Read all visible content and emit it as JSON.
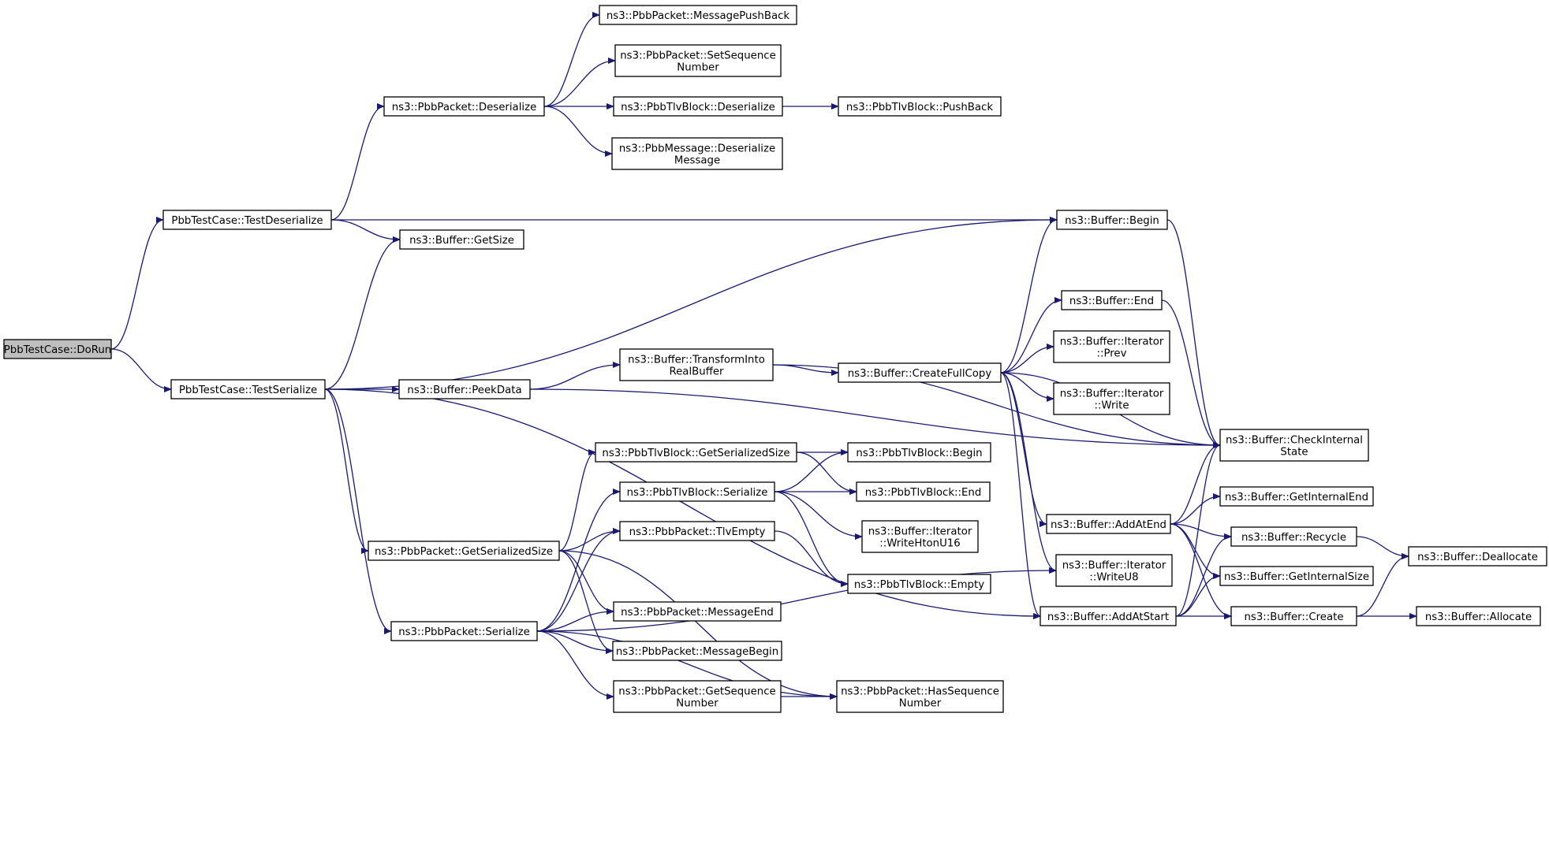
{
  "diagram": {
    "type": "call-graph",
    "edge_color": "#191970",
    "root_fill": "#bfbfbf",
    "nodes": [
      {
        "id": "dorun",
        "lines": [
          "PbbTestCase::DoRun"
        ],
        "root": true
      },
      {
        "id": "testdeser",
        "lines": [
          "PbbTestCase::TestDeserialize"
        ]
      },
      {
        "id": "testser",
        "lines": [
          "PbbTestCase::TestSerialize"
        ]
      },
      {
        "id": "pktdeser",
        "lines": [
          "ns3::PbbPacket::Deserialize"
        ]
      },
      {
        "id": "msgpush",
        "lines": [
          "ns3::PbbPacket::MessagePushBack"
        ]
      },
      {
        "id": "setseq",
        "lines": [
          "ns3::PbbPacket::SetSequence",
          "Number"
        ]
      },
      {
        "id": "tlvdeser",
        "lines": [
          "ns3::PbbTlvBlock::Deserialize"
        ]
      },
      {
        "id": "tlvpush",
        "lines": [
          "ns3::PbbTlvBlock::PushBack"
        ]
      },
      {
        "id": "msgdeser",
        "lines": [
          "ns3::PbbMessage::Deserialize",
          "Message"
        ]
      },
      {
        "id": "bufbegin",
        "lines": [
          "ns3::Buffer::Begin"
        ]
      },
      {
        "id": "bufgetsize",
        "lines": [
          "ns3::Buffer::GetSize"
        ]
      },
      {
        "id": "bufpeek",
        "lines": [
          "ns3::Buffer::PeekData"
        ]
      },
      {
        "id": "buftransform",
        "lines": [
          "ns3::Buffer::TransformInto",
          "RealBuffer"
        ]
      },
      {
        "id": "bufcopy",
        "lines": [
          "ns3::Buffer::CreateFullCopy"
        ]
      },
      {
        "id": "bufend",
        "lines": [
          "ns3::Buffer::End"
        ]
      },
      {
        "id": "itprev",
        "lines": [
          "ns3::Buffer::Iterator",
          "::Prev"
        ]
      },
      {
        "id": "itwrite",
        "lines": [
          "ns3::Buffer::Iterator",
          "::Write"
        ]
      },
      {
        "id": "bufcheck",
        "lines": [
          "ns3::Buffer::CheckInternal",
          "State"
        ]
      },
      {
        "id": "tlvgetsize",
        "lines": [
          "ns3::PbbTlvBlock::GetSerializedSize"
        ]
      },
      {
        "id": "tlvbegin",
        "lines": [
          "ns3::PbbTlvBlock::Begin"
        ]
      },
      {
        "id": "tlvser",
        "lines": [
          "ns3::PbbTlvBlock::Serialize"
        ]
      },
      {
        "id": "tlvend",
        "lines": [
          "ns3::PbbTlvBlock::End"
        ]
      },
      {
        "id": "itwritehton",
        "lines": [
          "ns3::Buffer::Iterator",
          "::WriteHtonU16"
        ]
      },
      {
        "id": "pktgetsize",
        "lines": [
          "ns3::PbbPacket::GetSerializedSize"
        ]
      },
      {
        "id": "pkttlvempty",
        "lines": [
          "ns3::PbbPacket::TlvEmpty"
        ]
      },
      {
        "id": "tlvempty",
        "lines": [
          "ns3::PbbTlvBlock::Empty"
        ]
      },
      {
        "id": "pktser",
        "lines": [
          "ns3::PbbPacket::Serialize"
        ]
      },
      {
        "id": "msgend",
        "lines": [
          "ns3::PbbPacket::MessageEnd"
        ]
      },
      {
        "id": "msgbegin",
        "lines": [
          "ns3::PbbPacket::MessageBegin"
        ]
      },
      {
        "id": "getseq",
        "lines": [
          "ns3::PbbPacket::GetSequence",
          "Number"
        ]
      },
      {
        "id": "hasseq",
        "lines": [
          "ns3::PbbPacket::HasSequence",
          "Number"
        ]
      },
      {
        "id": "itwriteu8",
        "lines": [
          "ns3::Buffer::Iterator",
          "::WriteU8"
        ]
      },
      {
        "id": "addatend",
        "lines": [
          "ns3::Buffer::AddAtEnd"
        ]
      },
      {
        "id": "addatstart",
        "lines": [
          "ns3::Buffer::AddAtStart"
        ]
      },
      {
        "id": "getintend",
        "lines": [
          "ns3::Buffer::GetInternalEnd"
        ]
      },
      {
        "id": "recycle",
        "lines": [
          "ns3::Buffer::Recycle"
        ]
      },
      {
        "id": "getintsize",
        "lines": [
          "ns3::Buffer::GetInternalSize"
        ]
      },
      {
        "id": "create",
        "lines": [
          "ns3::Buffer::Create"
        ]
      },
      {
        "id": "dealloc",
        "lines": [
          "ns3::Buffer::Deallocate"
        ]
      },
      {
        "id": "alloc",
        "lines": [
          "ns3::Buffer::Allocate"
        ]
      }
    ],
    "edges": [
      [
        "dorun",
        "testdeser"
      ],
      [
        "dorun",
        "testser"
      ],
      [
        "testdeser",
        "pktdeser"
      ],
      [
        "testdeser",
        "bufbegin"
      ],
      [
        "testdeser",
        "bufgetsize"
      ],
      [
        "pktdeser",
        "msgpush"
      ],
      [
        "pktdeser",
        "setseq"
      ],
      [
        "pktdeser",
        "tlvdeser"
      ],
      [
        "pktdeser",
        "msgdeser"
      ],
      [
        "tlvdeser",
        "tlvpush"
      ],
      [
        "bufbegin",
        "bufcheck"
      ],
      [
        "testser",
        "bufgetsize"
      ],
      [
        "testser",
        "bufbegin"
      ],
      [
        "testser",
        "bufpeek"
      ],
      [
        "testser",
        "pktgetsize"
      ],
      [
        "testser",
        "pktser"
      ],
      [
        "testser",
        "addatstart"
      ],
      [
        "bufpeek",
        "buftransform"
      ],
      [
        "bufpeek",
        "bufcheck"
      ],
      [
        "buftransform",
        "bufcheck"
      ],
      [
        "buftransform",
        "bufcopy"
      ],
      [
        "bufcopy",
        "bufbegin"
      ],
      [
        "bufcopy",
        "bufend"
      ],
      [
        "bufcopy",
        "itprev"
      ],
      [
        "bufcopy",
        "itwrite"
      ],
      [
        "bufcopy",
        "bufcheck"
      ],
      [
        "bufcopy",
        "addatend"
      ],
      [
        "bufcopy",
        "itwriteu8"
      ],
      [
        "bufcopy",
        "addatstart"
      ],
      [
        "bufend",
        "bufcheck"
      ],
      [
        "addatend",
        "bufcheck"
      ],
      [
        "addatend",
        "getintend"
      ],
      [
        "addatend",
        "recycle"
      ],
      [
        "addatend",
        "getintsize"
      ],
      [
        "addatend",
        "create"
      ],
      [
        "addatstart",
        "bufcheck"
      ],
      [
        "addatstart",
        "recycle"
      ],
      [
        "addatstart",
        "getintsize"
      ],
      [
        "addatstart",
        "create"
      ],
      [
        "recycle",
        "dealloc"
      ],
      [
        "create",
        "dealloc"
      ],
      [
        "create",
        "alloc"
      ],
      [
        "pktgetsize",
        "tlvgetsize"
      ],
      [
        "pktgetsize",
        "pkttlvempty"
      ],
      [
        "pktgetsize",
        "msgend"
      ],
      [
        "pktgetsize",
        "msgbegin"
      ],
      [
        "pktgetsize",
        "hasseq"
      ],
      [
        "tlvgetsize",
        "tlvbegin"
      ],
      [
        "tlvgetsize",
        "tlvend"
      ],
      [
        "tlvser",
        "tlvbegin"
      ],
      [
        "tlvser",
        "tlvend"
      ],
      [
        "tlvser",
        "itwritehton"
      ],
      [
        "tlvser",
        "tlvempty"
      ],
      [
        "pkttlvempty",
        "tlvempty"
      ],
      [
        "pktser",
        "tlvser"
      ],
      [
        "pktser",
        "pkttlvempty"
      ],
      [
        "pktser",
        "msgend"
      ],
      [
        "pktser",
        "msgbegin"
      ],
      [
        "pktser",
        "getseq"
      ],
      [
        "pktser",
        "hasseq"
      ],
      [
        "pktser",
        "itwriteu8"
      ],
      [
        "getseq",
        "hasseq"
      ]
    ]
  }
}
